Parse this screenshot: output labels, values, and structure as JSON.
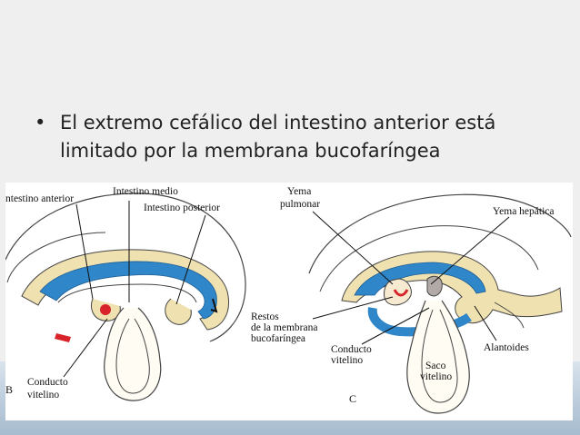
{
  "slide": {
    "bullet": "•",
    "text": "El extremo cefálico del intestino anterior está limitado por la membrana bucofaríngea"
  },
  "figure_b": {
    "panel_letter": "B",
    "labels": {
      "intestino_anterior": "ntestino anterior",
      "intestino_medio": "Intestino medio",
      "intestino_posterior": "Intestino posterior",
      "conducto": "Conducto",
      "vitelino": "vitelino"
    }
  },
  "figure_c": {
    "panel_letter": "C",
    "labels": {
      "yema": "Yema",
      "pulmonar": "pulmonar",
      "yema_hepatica": "Yema hepática",
      "restos": "Restos",
      "de_la_membrana": "de la membrana",
      "bucofaringea": "bucofaríngea",
      "conducto": "Conducto",
      "vitelino": "vitelino",
      "saco": "Saco",
      "saco_vitelino": "vitelino",
      "alantoides": "Alantoides"
    }
  },
  "colors": {
    "endoderm": "#2f86c8",
    "mesoderm": "#efe1b0",
    "outline": "#333333",
    "red": "#d8232a"
  }
}
